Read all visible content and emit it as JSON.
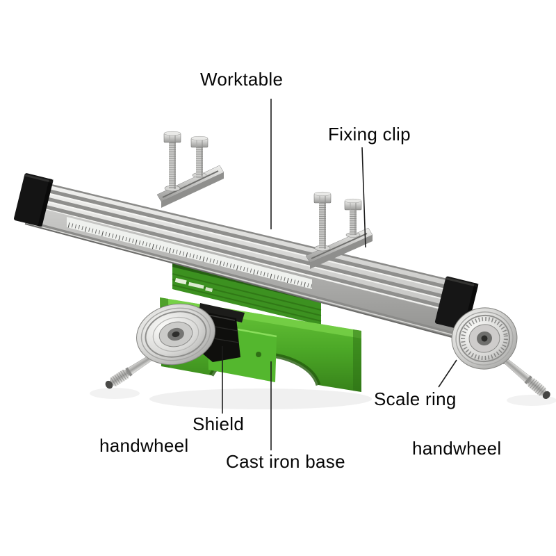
{
  "canvas": {
    "background": "#ffffff"
  },
  "colors": {
    "base_green": "#4fae29",
    "table_aluminum": "#cdcdcb",
    "end_cap_black": "#161616",
    "steel_silver": "#c6c6c4",
    "label_text": "#060606",
    "leader_line": "#1c1c1c"
  },
  "annotations": {
    "worktable": {
      "label": "Worktable"
    },
    "fixing_clip": {
      "label": "Fixing clip"
    },
    "scale_ring": {
      "label": "Scale ring"
    },
    "shield": {
      "label": "Shield"
    },
    "cast_iron_base": {
      "label": "Cast iron base"
    },
    "handwheel_left": {
      "label": "handwheel"
    },
    "handwheel_right": {
      "label": "handwheel"
    }
  }
}
